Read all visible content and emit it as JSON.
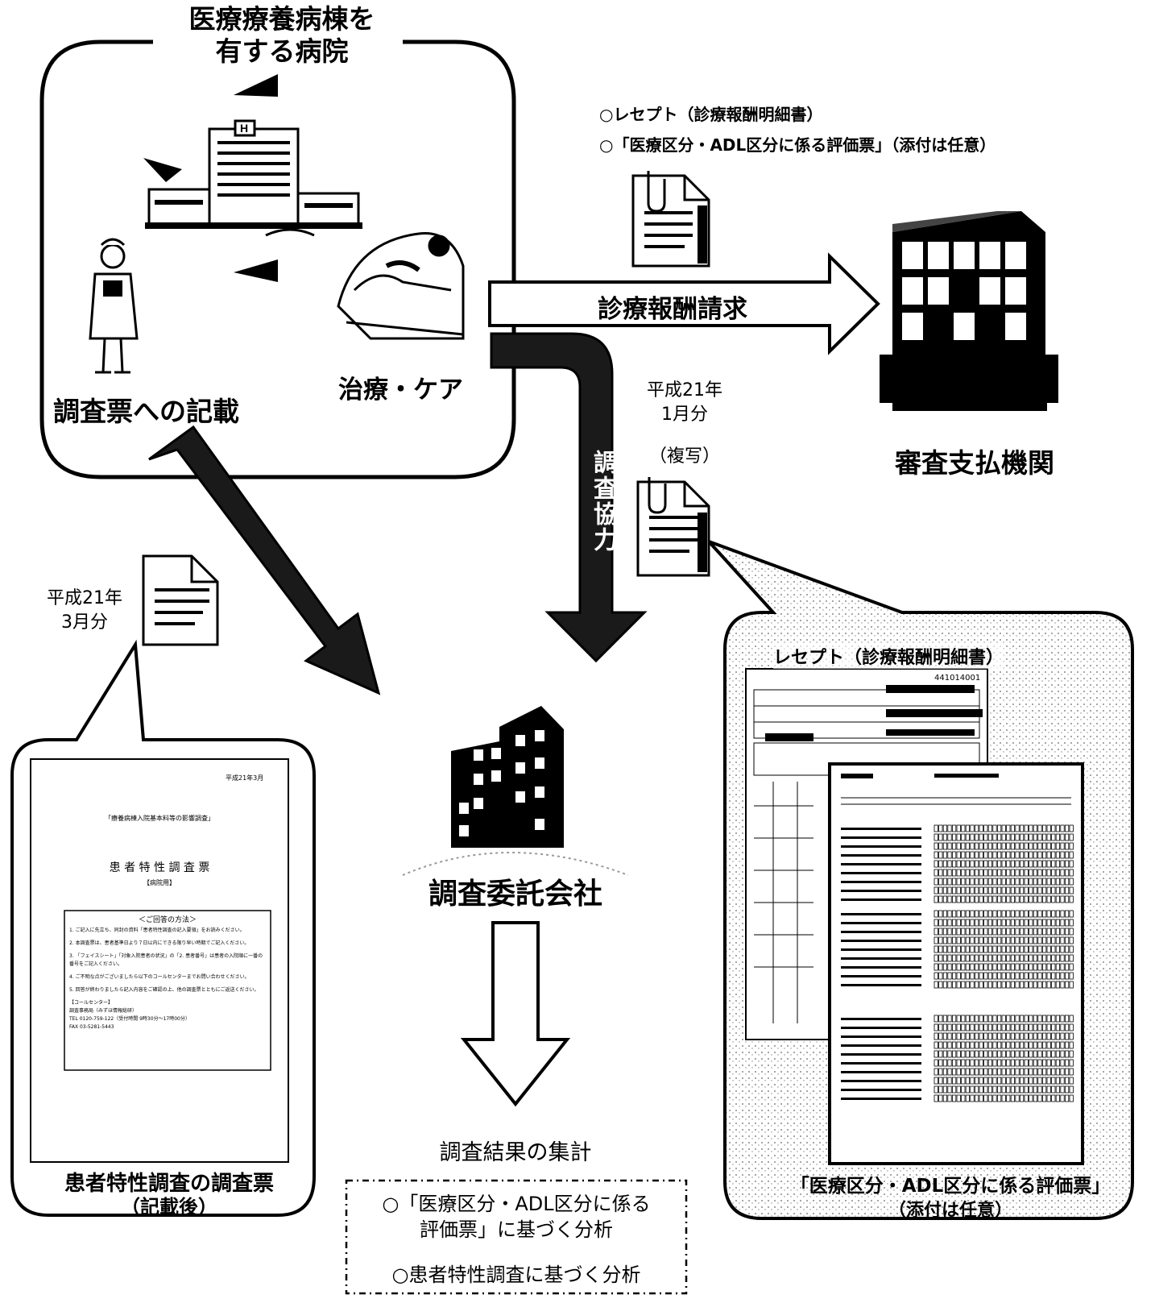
{
  "hospital": {
    "title_line1": "医療療養病棟を",
    "title_line2": "有する病院",
    "record_label": "調査票への記載",
    "care_label": "治療・ケア"
  },
  "billing": {
    "items": [
      "○レセプト（診療報酬明細書）",
      "○「医療区分・ADL区分に係る評価票」（添付は任意）"
    ],
    "arrow_label": "診療報酬請求",
    "agency_label": "審査支払機関"
  },
  "copy": {
    "period_line1": "平成21年",
    "period_line2": "1月分",
    "copy_label": "（複写）"
  },
  "cooperation": {
    "label_left": "調査協力",
    "label_center": "調査協力"
  },
  "survey_doc": {
    "period_line1": "平成21年",
    "period_line2": "3月分",
    "caption_line1": "患者特性調査の調査票",
    "caption_line2": "（記載後）",
    "form": {
      "date": "平成21年3月",
      "subtitle": "「療養病棟入院基本料等の影響調査」",
      "title": "患 者 特 性 調 査 票",
      "subtitle2": "【病院用】",
      "box_title": "＜ご回答の方法＞",
      "instructions": [
        "1. ご記入に先立ち、同封の資料「患者特性調査の記入要領」をお読みください。",
        "2. 本調査票は、患者基準日より７日以内にできる限り早い時期でご記入ください。",
        "3. 「フェイスシート」「対象入院患者の状況」の「2. 患者番号」は患者の入院順に一番の番号をご記入ください。",
        "4. ご不明な点がございましたら以下のコールセンターまでお問い合わせください。",
        "5. 回答が終わりましたら記入内容をご確認の上、他の調査票とともにご返送ください。"
      ],
      "call_center": "【コールセンター】",
      "contact": "調査事務局（みずほ情報総研）",
      "tel": "TEL 0120-759-122（受付時間 9時30分〜17時00分）",
      "fax": "FAX 03-5281-5443"
    }
  },
  "company": {
    "label": "調査委託会社",
    "aggregate_label": "調査結果の集計",
    "analysis": [
      "○「医療区分・ADL区分に係る",
      "評価票」に基づく分析",
      "○患者特性調査に基づく分析"
    ]
  },
  "receipt_doc": {
    "header_label": "レセプト（診療報酬明細書）",
    "receipt_number": "441014001",
    "eval_label": "「医療区分・ADL区分に係る評価票」",
    "eval_note": "（添付は任意）"
  }
}
